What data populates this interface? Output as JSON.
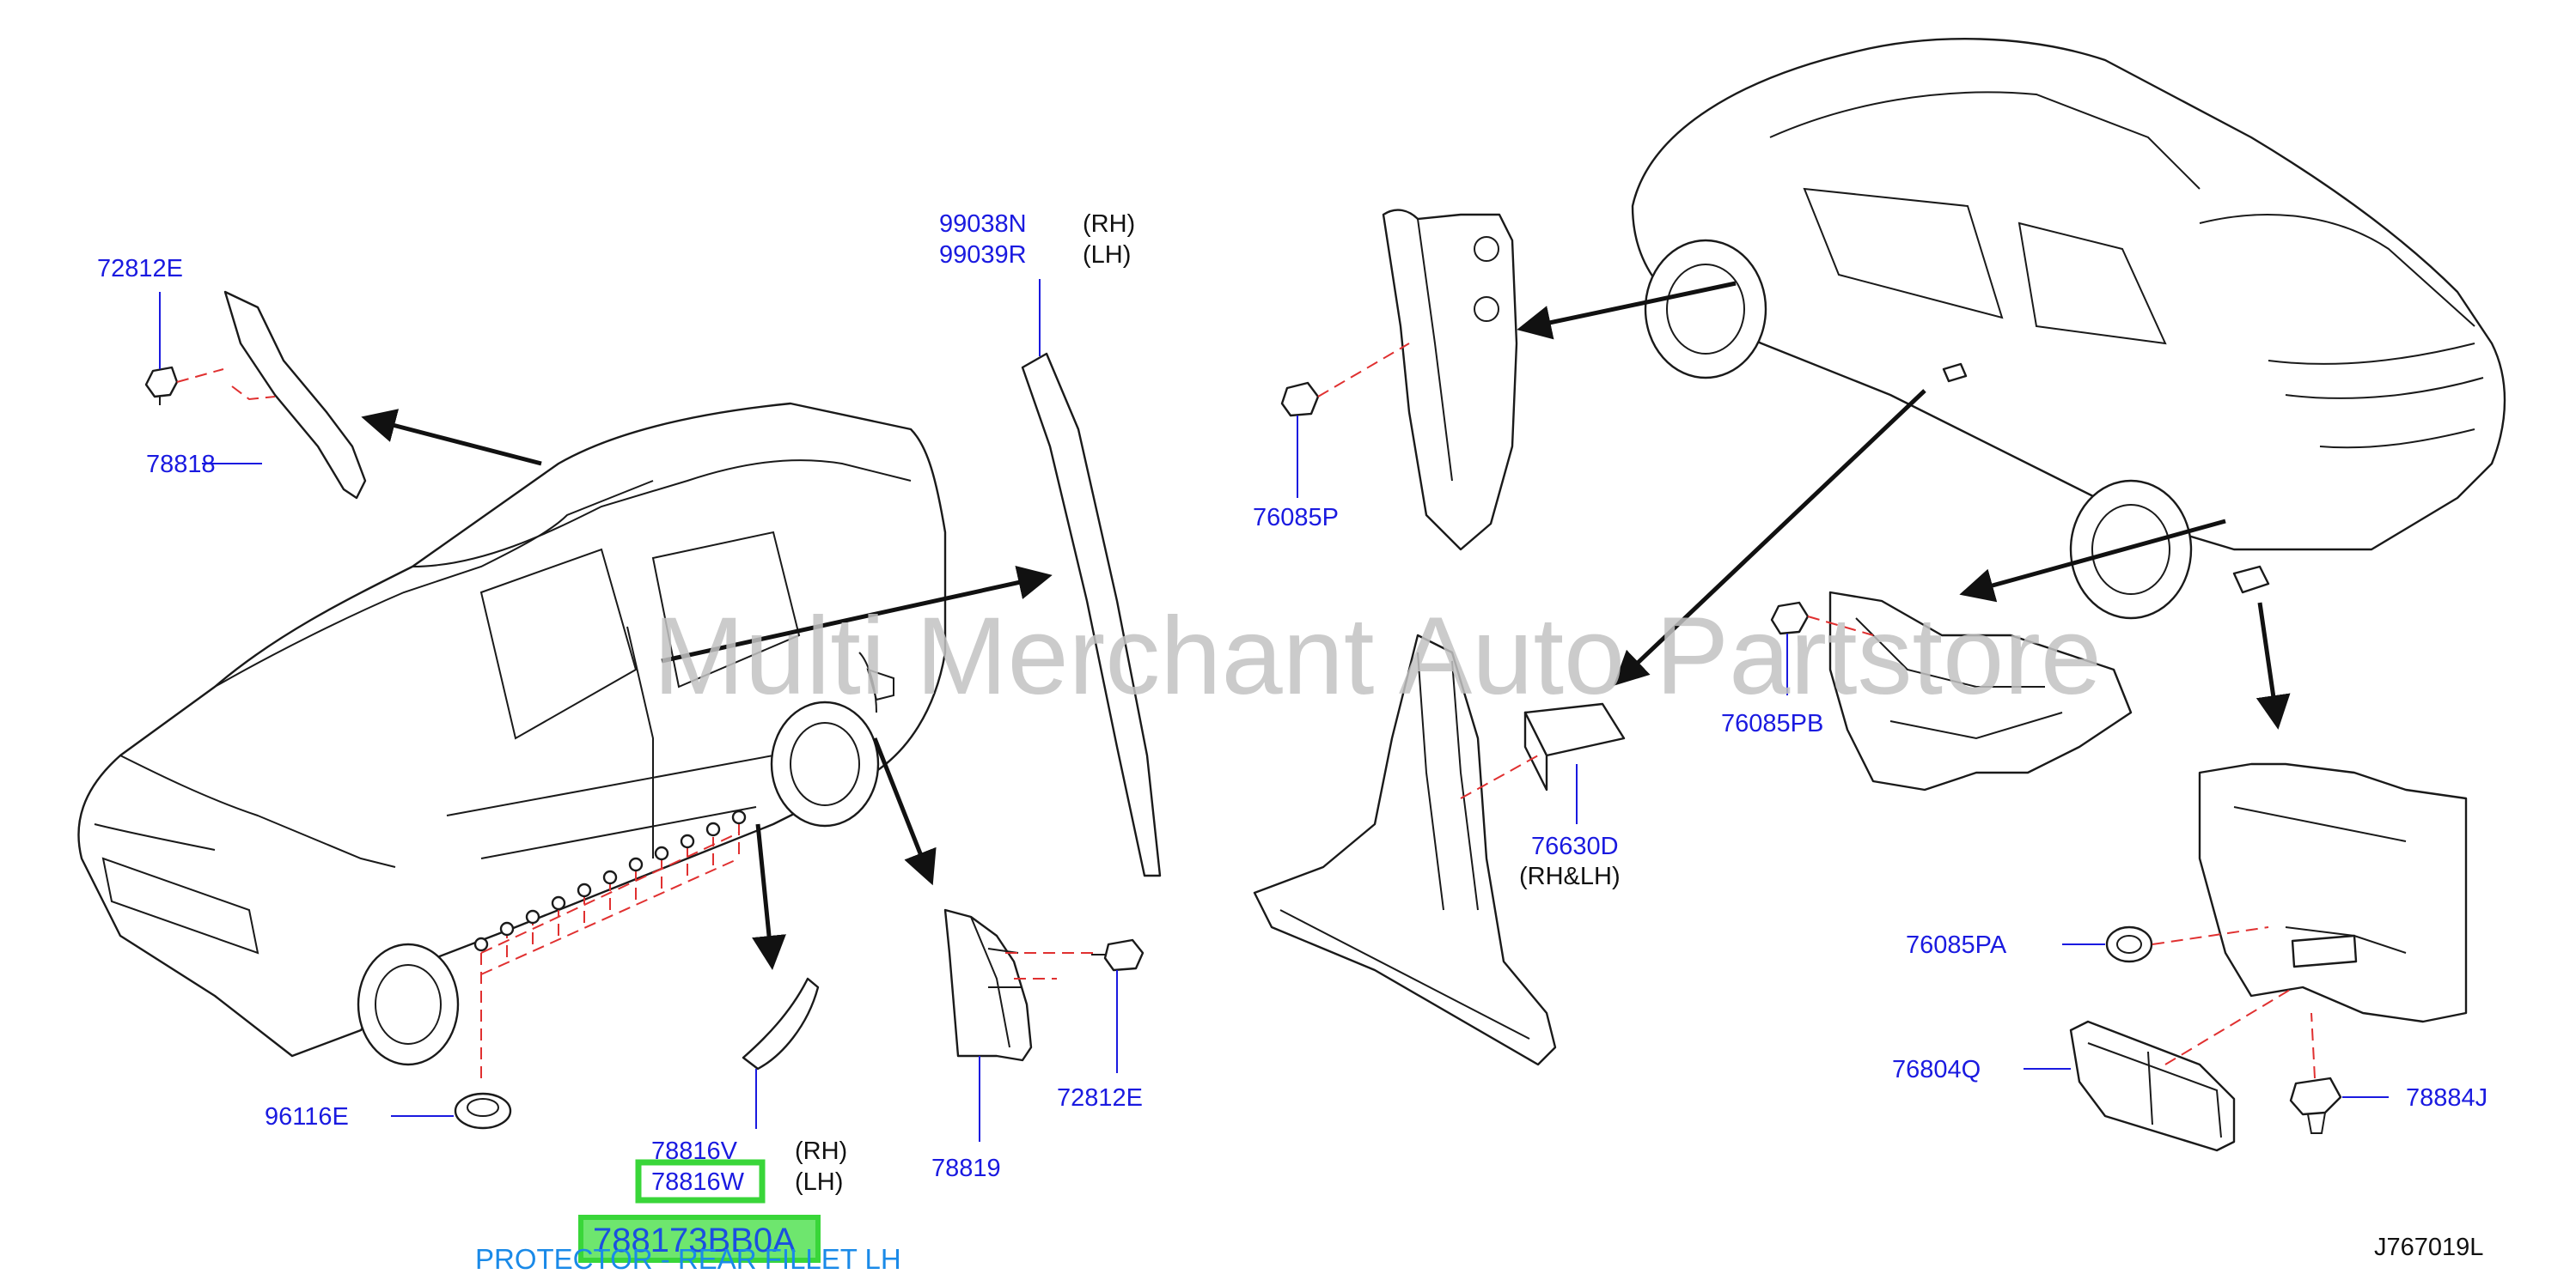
{
  "watermark": "Multi Merchant Auto Partstore",
  "diagram_id": "J767019L",
  "callouts": {
    "c_72812e_top": "72812E",
    "c_78818": "78818",
    "c_99038n": "99038N",
    "c_99039r": "99039R",
    "c_99038n_side": "(RH)",
    "c_99039r_side": "(LH)",
    "c_76085p": "76085P",
    "c_76085pb": "76085PB",
    "c_76630d": "76630D",
    "c_76630d_side": "(RH&LH)",
    "c_96116e": "96116E",
    "c_78816v": "78816V",
    "c_78816v_side": "(RH)",
    "c_78816w": "78816W",
    "c_78816w_side": "(LH)",
    "c_78819": "78819",
    "c_72812e_bottom": "72812E",
    "c_76085pa": "76085PA",
    "c_76804q": "76804Q",
    "c_78884j": "78884J"
  },
  "highlight": {
    "part_number": "788173BB0A",
    "description": "PROTECTOR - REAR FILLET LH"
  },
  "colors": {
    "callout_text": "#1a1ae0",
    "leader_line": "#1a1ae0",
    "dashed_fastener_line": "#e03030",
    "highlight_box": "#39d639",
    "highlight_fill": "#6ee66e",
    "description_text": "#1a8ae8"
  }
}
